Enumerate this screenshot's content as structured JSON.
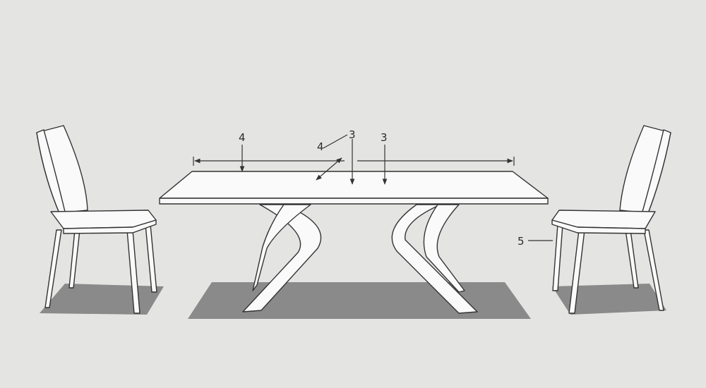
{
  "callouts": {
    "top_left_4": "4",
    "center_4": "4",
    "center_3": "3",
    "right_3": "3",
    "chair_5": "5"
  },
  "colors": {
    "background": "#e4e4e3",
    "furniture_fill": "#fafafa",
    "outline": "#333333",
    "shadow": "#8a8a8a"
  }
}
